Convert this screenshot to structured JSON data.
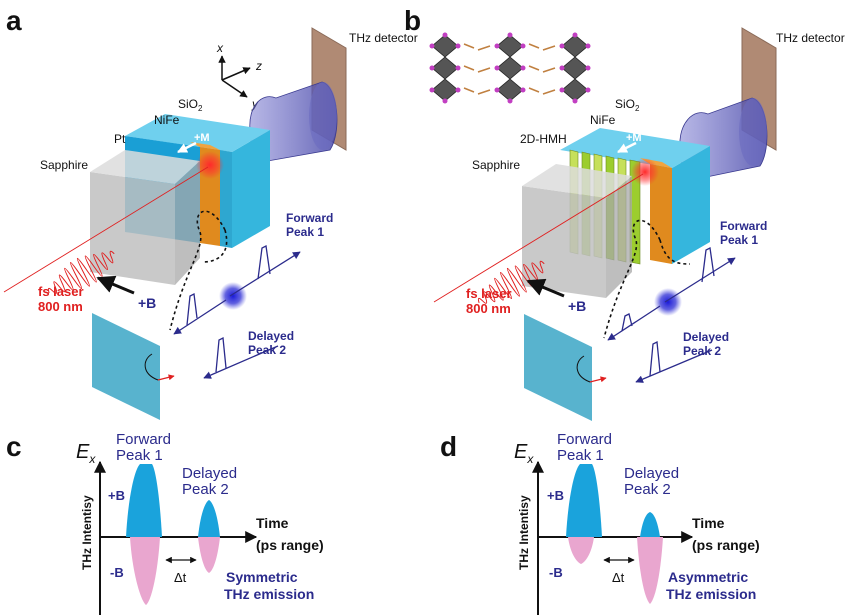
{
  "panels": {
    "a": {
      "letter": "a",
      "detector": "THz detector",
      "axis_x": "x",
      "axis_y": "y",
      "axis_z": "z",
      "sio2": "SiO",
      "sio2_sub": "2",
      "nife": "NiFe",
      "pt": "Pt",
      "sapphire": "Sapphire",
      "magnetization": "+M",
      "laser_line1": "fs laser",
      "laser_line2": "800 nm",
      "field": "+B",
      "forward_line1": "Forward",
      "forward_line2": "Peak 1",
      "delayed_line1": "Delayed",
      "delayed_line2": "Peak 2"
    },
    "b": {
      "letter": "b",
      "detector": "THz detector",
      "sio2": "SiO",
      "sio2_sub": "2",
      "nife": "NiFe",
      "hmh": "2D-HMH",
      "sapphire": "Sapphire",
      "magnetization": "+M",
      "laser_line1": "fs laser",
      "laser_line2": "800 nm",
      "field": "+B",
      "forward_line1": "Forward",
      "forward_line2": "Peak 1",
      "delayed_line1": "Delayed",
      "delayed_line2": "Peak 2"
    },
    "c": {
      "letter": "c",
      "e_main": "E",
      "e_sub": "x",
      "forward_line1": "Forward",
      "forward_line2": "Peak 1",
      "delayed_line1": "Delayed",
      "delayed_line2": "Peak 2",
      "pos_b": "+B",
      "neg_b": "-B",
      "y_label": "THz Intentisy",
      "time_line1": "Time",
      "time_line2": "(ps range)",
      "delta_t": "Δt",
      "result_line1": "Symmetric",
      "result_line2": "THz emission"
    },
    "d": {
      "letter": "d",
      "e_main": "E",
      "e_sub": "x",
      "forward_line1": "Forward",
      "forward_line2": "Peak 1",
      "delayed_line1": "Delayed",
      "delayed_line2": "Peak 2",
      "pos_b": "+B",
      "neg_b": "-B",
      "y_label": "THz Intentisy",
      "time_line1": "Time",
      "time_line2": "(ps range)",
      "delta_t": "Δt",
      "result_line1": "Asymmetric",
      "result_line2": "THz emission"
    }
  },
  "colors": {
    "accent_text": "#2b2b8c",
    "laser_red": "#e02020",
    "peak_blue": "#1aa3dc",
    "peak_pink": "#e9a6cf",
    "sio2_blue": "#35b6dd",
    "nife_orange": "#e08a1e",
    "hmh_green": "#9ccd2e",
    "detector_brown": "#b08a74",
    "cone_purple": "#5b5bb8"
  }
}
